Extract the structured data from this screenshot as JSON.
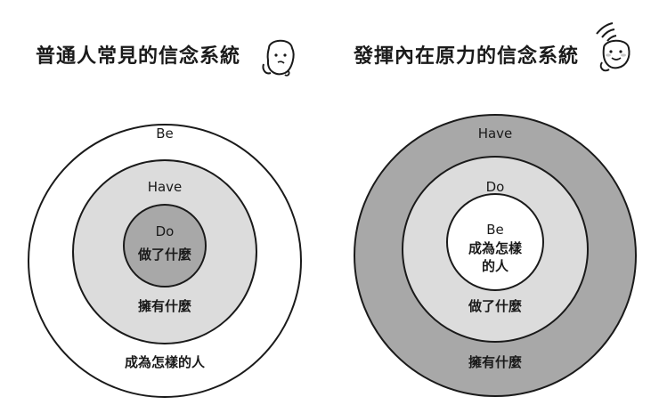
{
  "left_diagram": {
    "title": "普通人常見的信念系統",
    "outer": {
      "label": "Be",
      "caption": "成為怎樣的人"
    },
    "middle": {
      "label": "Have",
      "caption": "擁有什麼"
    },
    "inner": {
      "label": "Do",
      "caption": "做了什麼"
    }
  },
  "right_diagram": {
    "title": "發揮內在原力的信念系統",
    "outer": {
      "label": "Have",
      "caption": "擁有什麼"
    },
    "middle": {
      "label": "Do",
      "caption": "做了什麼"
    },
    "inner": {
      "label": "Be",
      "caption_line1": "成為怎樣",
      "caption_line2": "的人"
    }
  },
  "colors": {
    "white": "#ffffff",
    "light_gray": "#dcdcdc",
    "dark_gray": "#a8a8a8",
    "stroke": "#1a1a1a"
  },
  "icons": [
    "thinking-face-icon",
    "speaking-face-icon"
  ]
}
